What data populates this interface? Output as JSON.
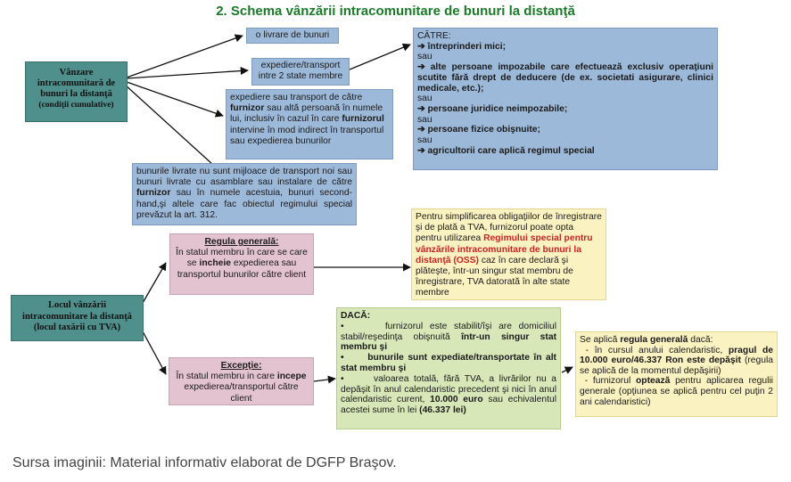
{
  "title": "2. Schema vânzării intracomunitare de bunuri la distanţă",
  "caption": "Sursa imaginii: Material informativ elaborat de DGFP Braşov.",
  "sale_box": {
    "line1": "Vânzare",
    "line2": "intracomunitară de",
    "line3": "bunuri la distanţă",
    "line4": "(condiţii cumulative)"
  },
  "cond1": "o livrare de bunuri",
  "cond2": "expediere/transport intre 2 state membre",
  "cond3": {
    "p1": "expediere sau transport de către",
    "furnizor1": "furnizor",
    "p2": "sau altă persoană în numele lui, inclusiv în cazul în care",
    "furnizor2": "furnizorul",
    "p3": "intervine în mod indirect în transportul sau expedierea bunurilor"
  },
  "cond4": {
    "p1": "bunurile livrate nu sunt mijloace de transport noi sau bunuri livrate cu asamblare sau instalare de către",
    "furnizor": "furnizor",
    "p2": "sau în numele acestuia, bunuri second-hand,şi altele care fac obiectul regimului special prevăzut la art. 312."
  },
  "recipients": {
    "heading": "CĂTRE:",
    "arrow": "➔",
    "or": "sau",
    "items": [
      "întreprinderi mici;",
      "alte persoane impozabile care efectuează exclusiv operaţiuni scutite fără drept de deducere (de ex. societati asigurare, clinici medicale, etc.);",
      "persoane juridice neimpozabile;",
      "persoane fizice obişnuite;",
      "agricultorii care aplică regimul special"
    ]
  },
  "place_box": {
    "line1": "Locul vânzării",
    "line2": "intracomunitare la distanţă",
    "line3": "(locul taxării cu TVA)"
  },
  "rule_box": {
    "title": "Regula generală:",
    "p1": "În statul membru în care se care se",
    "bold": "incheie",
    "p2": "expedierea sau transportul bunurilor către client"
  },
  "exception_box": {
    "title": "Excepţie:",
    "p1": "În statul membru in care",
    "bold": "incepe",
    "p2": "expedierea/transportul către client"
  },
  "oss_box": {
    "p1": "Pentru simplificarea obligaţiilor de înregistrare şi de plată a TVA, furnizorul poate opta pentru utilizarea",
    "red": "Regimului special pentru vânzările intracomunitare de bunuri la distanţă (OSS)",
    "p2": "caz în care declară şi plăteşte, într-un singur stat membru de înregistrare, TVA datorată în alte state membre"
  },
  "if_box": {
    "heading": "DACĂ:",
    "bullet": "•",
    "c1_a": "furnizorul este stabilit/îşi are domiciliul stabil/reşedinţa obişnuită",
    "c1_b": "într-un singur stat membru şi",
    "c2": "bunurile sunt expediate/transportate în alt stat membru şi",
    "c3_a": "valoarea totală, fără TVA, a livrărilor nu a depăşit în anul calendaristic precedent şi nici în anul calendaristic curent,",
    "c3_b": "10.000 euro",
    "c3_c": "sau echivalentul acestei sume în lei",
    "c3_d": "(46.337 lei)"
  },
  "general_box": {
    "p1": "Se aplică",
    "bold1": "regula generală",
    "p2": "dacă:",
    "l1_a": "- în cursul anului calendaristic,",
    "l1_b": "pragul de 10.000 euro/46.337 Ron este depăşit",
    "l1_c": "(regula se aplică de la momentul depăşirii)",
    "l2_a": "- furnizorul",
    "l2_b": "optează",
    "l2_c": "pentru aplicarea regulii generale (opţiunea se aplică pentru cel puţin 2 ani calendaristici)"
  }
}
